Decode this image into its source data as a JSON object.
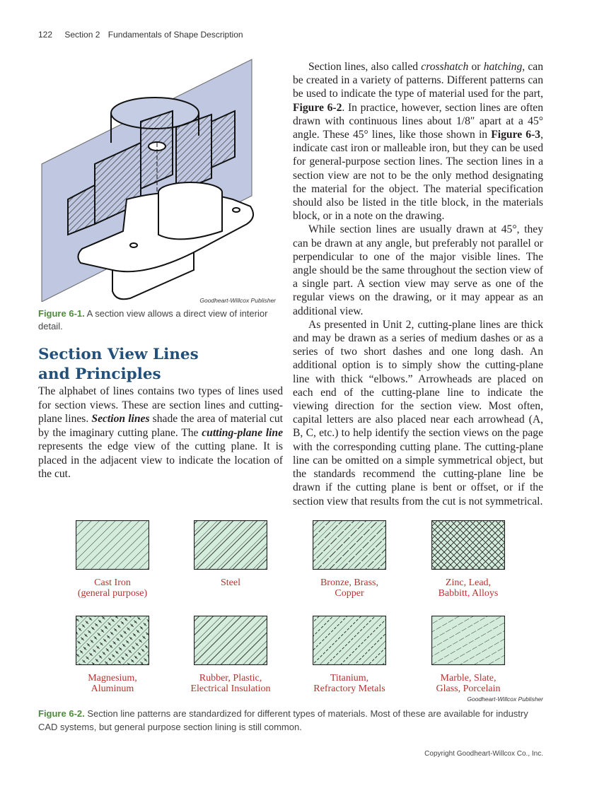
{
  "header": {
    "page_number": "122",
    "section": "Section 2",
    "section_title": "Fundamentals of Shape Description"
  },
  "figure1": {
    "credit": "Goodheart-Willcox Publisher",
    "caption_label": "Figure 6-1.",
    "caption_text": "A section view allows a direct view of interior detail.",
    "plane_color": "#b9c3dd"
  },
  "section": {
    "heading_line1": "Section View Lines",
    "heading_line2": "and Principles",
    "p1_a": "The alphabet of lines contains two types of lines used for section views. These are section lines and cutting-plane lines. ",
    "term1": "Section lines",
    "p1_b": " shade the area of material cut by the imaginary cutting plane. The ",
    "term2": "cutting-plane line",
    "p1_c": " represents the edge view of the cutting plane. It is placed in the adjacent view to indicate the location of the cut."
  },
  "right": {
    "p1_a": "Section lines, also called ",
    "p1_crosshatch": "crosshatch",
    "p1_or": " or ",
    "p1_hatching": "hatching",
    "p1_b": ", can be created in a variety of patterns. Different patterns can be used to indicate the type of material used for the part, ",
    "p1_fig62": "Figure 6-2",
    "p1_c": ". In practice, however, section lines are often drawn with continuous lines about 1/8″ apart at a 45° angle. These 45° lines, like those shown in ",
    "p1_fig63": "Figure 6-3",
    "p1_d": ", indicate cast iron or malleable iron, but they can be used for general-purpose section lines. The section lines in a section view are not to be the only method designating the material for the object. The material specification should also be listed in the title block, in the materials block, or in a note on the drawing.",
    "p2": "While section lines are usually drawn at 45°, they can be drawn at any angle, but preferably not parallel or perpendicular to one of the major visible lines. The angle should be the same throughout the section view of a single part. A section view may serve as one of the regular views on the drawing, or it may appear as an additional view.",
    "p3": "As presented in Unit 2, cutting-plane lines are thick and may be drawn as a series of medium dashes or as a series of two short dashes and one long dash. An additional option is to simply show the cutting-plane line with thick “elbows.” Arrowheads are placed on each end of the cutting-plane line to indicate the viewing direction for the section view. Most often, capital letters are also placed near each arrowhead (A, B, C, etc.) to help identify the section views on the page with the corresponding cutting plane. The cutting-plane line can be omitted on a simple symmetrical object, but the standards recommend the cutting-plane line be drawn if the cutting plane is bent or offset, or if the section view that results from the cut is not symmetrical."
  },
  "figure2": {
    "patterns": [
      {
        "line1": "Cast Iron",
        "line2": "(general purpose)"
      },
      {
        "line1": "Steel",
        "line2": ""
      },
      {
        "line1": "Bronze, Brass,",
        "line2": "Copper"
      },
      {
        "line1": "Zinc, Lead,",
        "line2": "Babbitt, Alloys"
      },
      {
        "line1": "Magnesium,",
        "line2": "Aluminum"
      },
      {
        "line1": "Rubber, Plastic,",
        "line2": "Electrical Insulation"
      },
      {
        "line1": "Titanium,",
        "line2": "Refractory Metals"
      },
      {
        "line1": "Marble, Slate,",
        "line2": "Glass, Porcelain"
      }
    ],
    "pattern_fill": "#d3ecdb",
    "label_color": "#b3332e",
    "credit": "Goodheart-Willcox Publisher",
    "caption_label": "Figure 6-2.",
    "caption_text": "Section line patterns are standardized for different types of materials. Most of these are available for industry CAD systems, but general purpose section lining is still common."
  },
  "footer": {
    "copyright": "Copyright Goodheart-Willcox Co., Inc."
  }
}
